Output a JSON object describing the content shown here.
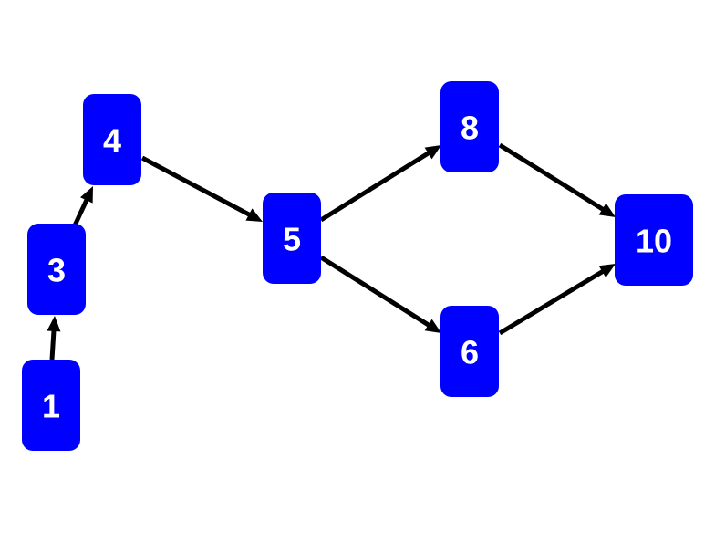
{
  "diagram": {
    "colors": {
      "node_fill": "#0000ff",
      "node_text": "#ffffff",
      "edge": "#000000",
      "background": "#ffffff"
    },
    "nodes": [
      {
        "id": "n1",
        "label": "1"
      },
      {
        "id": "n3",
        "label": "3"
      },
      {
        "id": "n4",
        "label": "4"
      },
      {
        "id": "n5",
        "label": "5"
      },
      {
        "id": "n8",
        "label": "8"
      },
      {
        "id": "n6",
        "label": "6"
      },
      {
        "id": "n10",
        "label": "10"
      }
    ],
    "edges": [
      {
        "from": "n1",
        "to": "n3"
      },
      {
        "from": "n3",
        "to": "n4"
      },
      {
        "from": "n4",
        "to": "n5"
      },
      {
        "from": "n5",
        "to": "n8"
      },
      {
        "from": "n5",
        "to": "n6"
      },
      {
        "from": "n8",
        "to": "n10"
      },
      {
        "from": "n6",
        "to": "n10"
      }
    ]
  }
}
